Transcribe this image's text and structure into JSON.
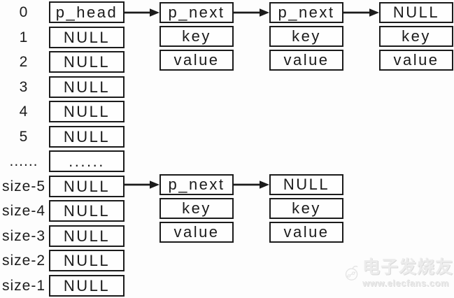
{
  "array": {
    "rows": [
      {
        "label": "0",
        "value": "p_head"
      },
      {
        "label": "1",
        "value": "NULL"
      },
      {
        "label": "2",
        "value": "NULL"
      },
      {
        "label": "3",
        "value": "NULL"
      },
      {
        "label": "4",
        "value": "NULL"
      },
      {
        "label": "5",
        "value": "NULL"
      },
      {
        "label": "......",
        "value": "......"
      },
      {
        "label": "size-5",
        "value": "NULL"
      },
      {
        "label": "size-4",
        "value": "NULL"
      },
      {
        "label": "size-3",
        "value": "NULL"
      },
      {
        "label": "size-2",
        "value": "NULL"
      },
      {
        "label": "size-1",
        "value": "NULL"
      }
    ]
  },
  "chains": {
    "top": {
      "bucket": "0",
      "nodes": [
        {
          "pointer": "p_next",
          "key": "key",
          "value": "value"
        },
        {
          "pointer": "p_next",
          "key": "key",
          "value": "value"
        },
        {
          "pointer": "NULL",
          "key": "key",
          "value": "value"
        }
      ]
    },
    "bottom": {
      "bucket": "size-5",
      "nodes": [
        {
          "pointer": "p_next",
          "key": "key",
          "value": "value"
        },
        {
          "pointer": "NULL",
          "key": "key",
          "value": "value"
        }
      ]
    }
  },
  "watermark": {
    "brand": "电子发烧友",
    "url": "www.elecfans.com"
  },
  "colors": {
    "line": "#1b1b1b",
    "background": "#ffffff",
    "watermark": "#e6e6e6"
  }
}
